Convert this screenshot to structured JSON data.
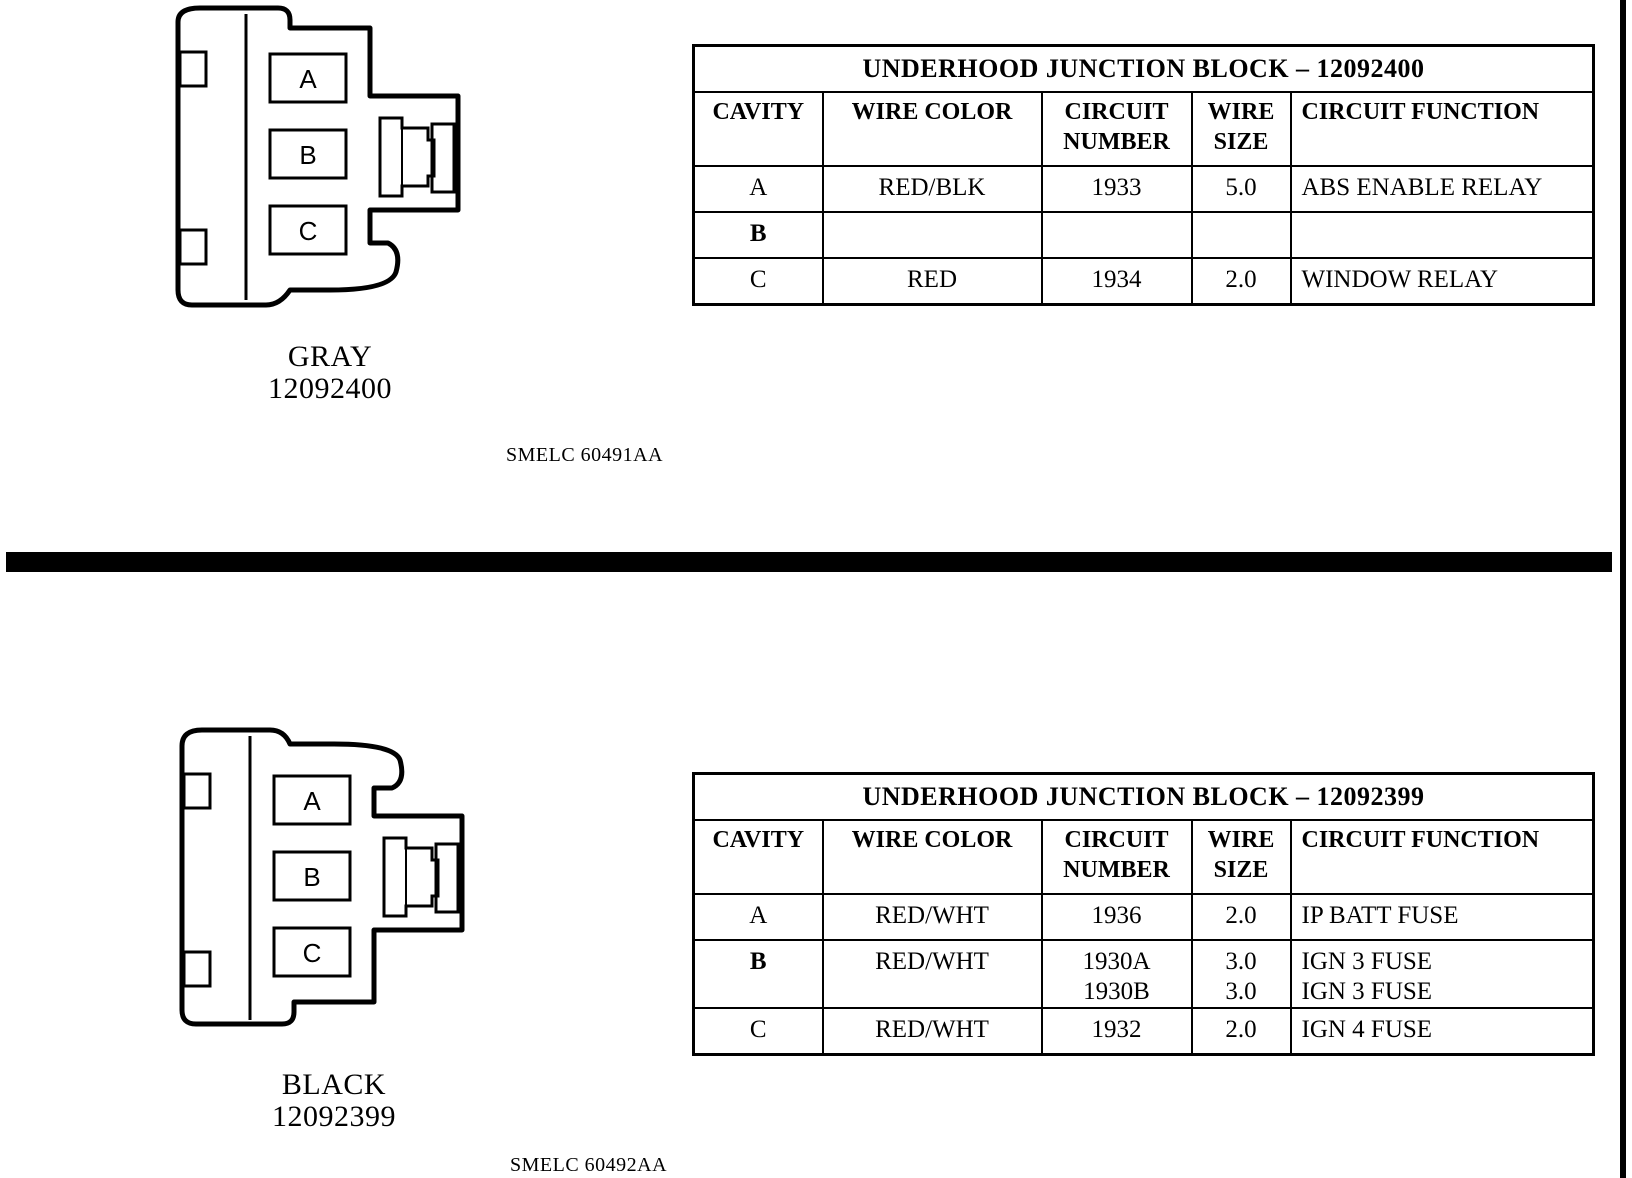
{
  "connectors": [
    {
      "color": "GRAY",
      "part_number": "12092400",
      "drawing_id": "SMELC 60491AA",
      "cavity_labels": [
        "A",
        "B",
        "C"
      ],
      "table": {
        "title": "UNDERHOOD JUNCTION BLOCK – 12092400",
        "headers": {
          "cavity": "CAVITY",
          "wire_color": "WIRE COLOR",
          "circuit_number_1": "CIRCUIT",
          "circuit_number_2": "NUMBER",
          "wire_size_1": "WIRE",
          "wire_size_2": "SIZE",
          "circuit_function": "CIRCUIT FUNCTION"
        },
        "rows": [
          {
            "cavity": "A",
            "wire_color": "RED/BLK",
            "circuit_number": [
              "1933"
            ],
            "wire_size": [
              "5.0"
            ],
            "circuit_function": [
              "ABS ENABLE RELAY"
            ]
          },
          {
            "cavity": "B",
            "wire_color": "",
            "circuit_number": [
              ""
            ],
            "wire_size": [
              ""
            ],
            "circuit_function": [
              ""
            ]
          },
          {
            "cavity": "C",
            "wire_color": "RED",
            "circuit_number": [
              "1934"
            ],
            "wire_size": [
              "2.0"
            ],
            "circuit_function": [
              "WINDOW RELAY"
            ]
          }
        ]
      }
    },
    {
      "color": "BLACK",
      "part_number": "12092399",
      "drawing_id": "SMELC 60492AA",
      "cavity_labels": [
        "A",
        "B",
        "C"
      ],
      "table": {
        "title": "UNDERHOOD JUNCTION BLOCK – 12092399",
        "headers": {
          "cavity": "CAVITY",
          "wire_color": "WIRE COLOR",
          "circuit_number_1": "CIRCUIT",
          "circuit_number_2": "NUMBER",
          "wire_size_1": "WIRE",
          "wire_size_2": "SIZE",
          "circuit_function": "CIRCUIT FUNCTION"
        },
        "rows": [
          {
            "cavity": "A",
            "wire_color": "RED/WHT",
            "circuit_number": [
              "1936"
            ],
            "wire_size": [
              "2.0"
            ],
            "circuit_function": [
              "IP BATT FUSE"
            ]
          },
          {
            "cavity": "B",
            "wire_color": "RED/WHT",
            "circuit_number": [
              "1930A",
              "1930B"
            ],
            "wire_size": [
              "3.0",
              "3.0"
            ],
            "circuit_function": [
              "IGN 3 FUSE",
              "IGN 3 FUSE"
            ]
          },
          {
            "cavity": "C",
            "wire_color": "RED/WHT",
            "circuit_number": [
              "1932"
            ],
            "wire_size": [
              "2.0"
            ],
            "circuit_function": [
              "IGN 4 FUSE"
            ]
          }
        ]
      }
    }
  ]
}
